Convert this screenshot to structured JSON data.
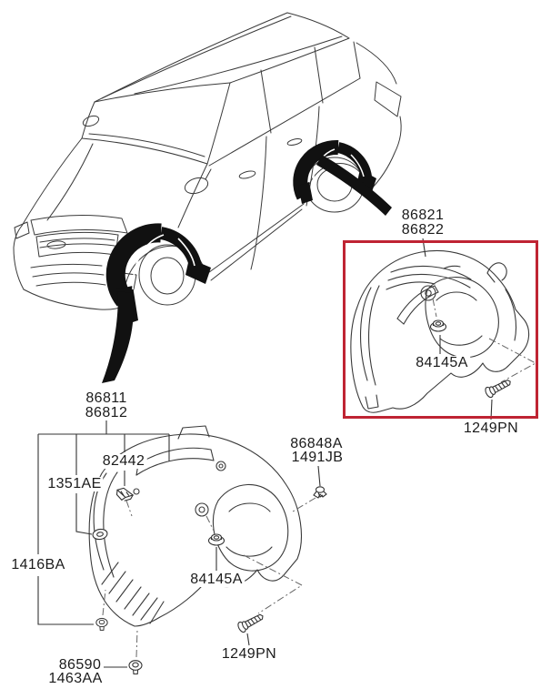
{
  "diagram": {
    "type": "vehicle-parts-exploded-diagram",
    "subject": "wheel-guard-rear-and-front",
    "background": "#ffffff",
    "line_color": "#333333",
    "highlight_box_color": "#bf2433",
    "callout_groups": {
      "rear_wheel_guard": {
        "part_numbers": [
          "86821",
          "86822"
        ],
        "fasteners": [
          "84145A",
          "1249PN"
        ],
        "highlighted": true
      },
      "front_wheel_guard": {
        "part_numbers": [
          "86811",
          "86812"
        ],
        "fasteners": [
          "82442",
          "1351AE",
          "1416BA",
          "86848A",
          "1491JB",
          "84145A",
          "1249PN",
          "86590",
          "1463AA"
        ],
        "highlighted": false
      }
    }
  },
  "labels": {
    "rear_guard_1": "86821",
    "rear_guard_2": "86822",
    "rear_nut": "84145A",
    "rear_screw": "1249PN",
    "front_guard_1": "86811",
    "front_guard_2": "86812",
    "clip": "82442",
    "grommet": "1351AE",
    "bracket_bolt": "1416BA",
    "side_clip_1": "86848A",
    "side_clip_2": "1491JB",
    "front_nut": "84145A",
    "front_screw": "1249PN",
    "bottom_screw_1": "86590",
    "bottom_screw_2": "1463AA"
  }
}
